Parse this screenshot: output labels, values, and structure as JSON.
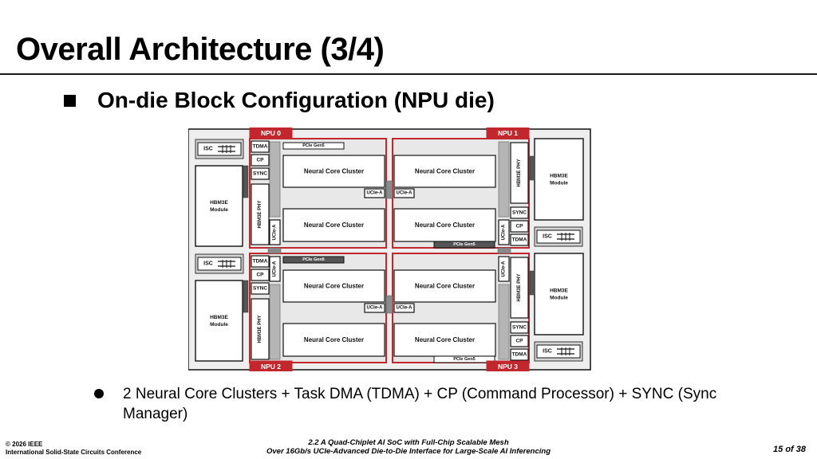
{
  "slide": {
    "title": "Overall Architecture (3/4)",
    "subtitle": "On-die Block Configuration (NPU die)",
    "bullet": "2 Neural Core Clusters + Task DMA (TDMA) + CP (Command Processor) + SYNC (Sync Manager)"
  },
  "diagram": {
    "npu_labels": [
      "NPU 0",
      "NPU 1",
      "NPU 2",
      "NPU 3"
    ],
    "cluster_label": "Neural Core Cluster",
    "hbm_module_lines": [
      "HBM3E",
      "Module"
    ],
    "hbm_phy_label": "HBM3E PHY",
    "isc_label": "ISC",
    "tdma_label": "TDMA",
    "cp_label": "CP",
    "sync_label": "SYNC",
    "ucie_label": "UCIe-A",
    "pcie_label": "PCIe Gen5",
    "colors": {
      "accent": "#c1272d",
      "block_fill": "#ffffff",
      "die_fill": "#e8e8e8",
      "gray_fill": "#b5b5b5",
      "dark_fill": "#555555"
    }
  },
  "footer": {
    "copyright": "© 2026 IEEE",
    "conference": "International Solid-State Circuits Conference",
    "paper_line1": "2.2 A Quad-Chiplet AI SoC with Full-Chip Scalable Mesh",
    "paper_line2": "Over 16Gb/s UCIe-Advanced Die-to-Die Interface for Large-Scale AI Inferencing",
    "page": "15 of 38"
  }
}
